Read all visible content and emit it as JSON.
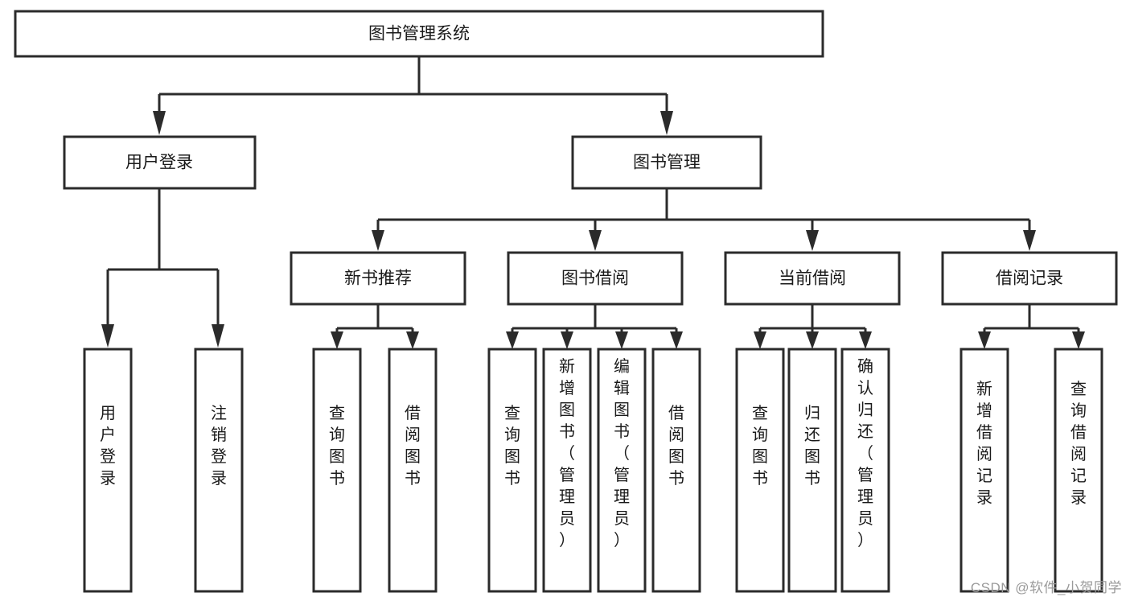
{
  "diagram": {
    "title": "图书管理系统",
    "type": "tree-hierarchy-diagram",
    "root": {
      "label": "图书管理系统"
    },
    "level2": [
      {
        "id": "user-login",
        "label": "用户登录"
      },
      {
        "id": "book-management",
        "label": "图书管理"
      }
    ],
    "level3": [
      {
        "id": "new-book-recommend",
        "label": "新书推荐",
        "parent": "book-management"
      },
      {
        "id": "book-borrow",
        "label": "图书借阅",
        "parent": "book-management"
      },
      {
        "id": "current-borrow",
        "label": "当前借阅",
        "parent": "book-management"
      },
      {
        "id": "borrow-record",
        "label": "借阅记录",
        "parent": "book-management"
      }
    ],
    "leaves": [
      {
        "id": "leaf-user-login",
        "label": "用户登录",
        "parent": "user-login"
      },
      {
        "id": "leaf-logout-login",
        "label": "注销登录",
        "parent": "user-login"
      },
      {
        "id": "leaf-query-book-1",
        "label": "查询图书",
        "parent": "new-book-recommend"
      },
      {
        "id": "leaf-borrow-book-1",
        "label": "借阅图书",
        "parent": "new-book-recommend"
      },
      {
        "id": "leaf-query-book-2",
        "label": "查询图书",
        "parent": "book-borrow"
      },
      {
        "id": "leaf-add-book",
        "label": "新增图书（管理员）",
        "parent": "book-borrow"
      },
      {
        "id": "leaf-edit-book",
        "label": "编辑图书（管理员）",
        "parent": "book-borrow"
      },
      {
        "id": "leaf-borrow-book-2",
        "label": "借阅图书",
        "parent": "book-borrow"
      },
      {
        "id": "leaf-query-book-3",
        "label": "查询图书",
        "parent": "current-borrow"
      },
      {
        "id": "leaf-return-book",
        "label": "归还图书",
        "parent": "current-borrow"
      },
      {
        "id": "leaf-confirm-return",
        "label": "确认归还（管理员）",
        "parent": "current-borrow"
      },
      {
        "id": "leaf-add-record",
        "label": "新增借阅记录",
        "parent": "borrow-record"
      },
      {
        "id": "leaf-query-record",
        "label": "查询借阅记录",
        "parent": "borrow-record"
      }
    ]
  },
  "watermark": {
    "text": "CSDN @软件_小贺同学"
  },
  "colors": {
    "stroke": "#2b2b2b",
    "fill": "#ffffff",
    "text": "#1a1a1a",
    "watermark": "#9a9a9a",
    "background": "#ffffff"
  }
}
